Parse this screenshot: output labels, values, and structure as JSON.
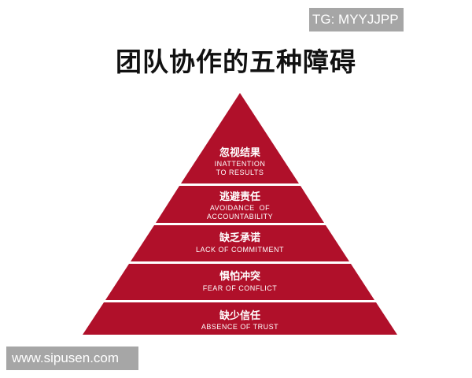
{
  "watermarks": {
    "tg": "TG: MYYJJPP",
    "site": "www.sipusen.com"
  },
  "title": "团队协作的五种障碍",
  "colors": {
    "layer": "#b0102a"
  },
  "layers": [
    {
      "cn": "忽视结果",
      "en1": "INATTENTION",
      "en2": "TO RESULTS"
    },
    {
      "cn": "逃避责任",
      "en1": "AVOIDANCE  OF",
      "en2": "ACCOUNTABILITY"
    },
    {
      "cn": "缺乏承诺",
      "en1": "LACK OF COMMITMENT"
    },
    {
      "cn": "惧怕冲突",
      "en1": "FEAR OF CONFLICT"
    },
    {
      "cn": "缺少信任",
      "en1": "ABSENCE OF TRUST"
    }
  ]
}
